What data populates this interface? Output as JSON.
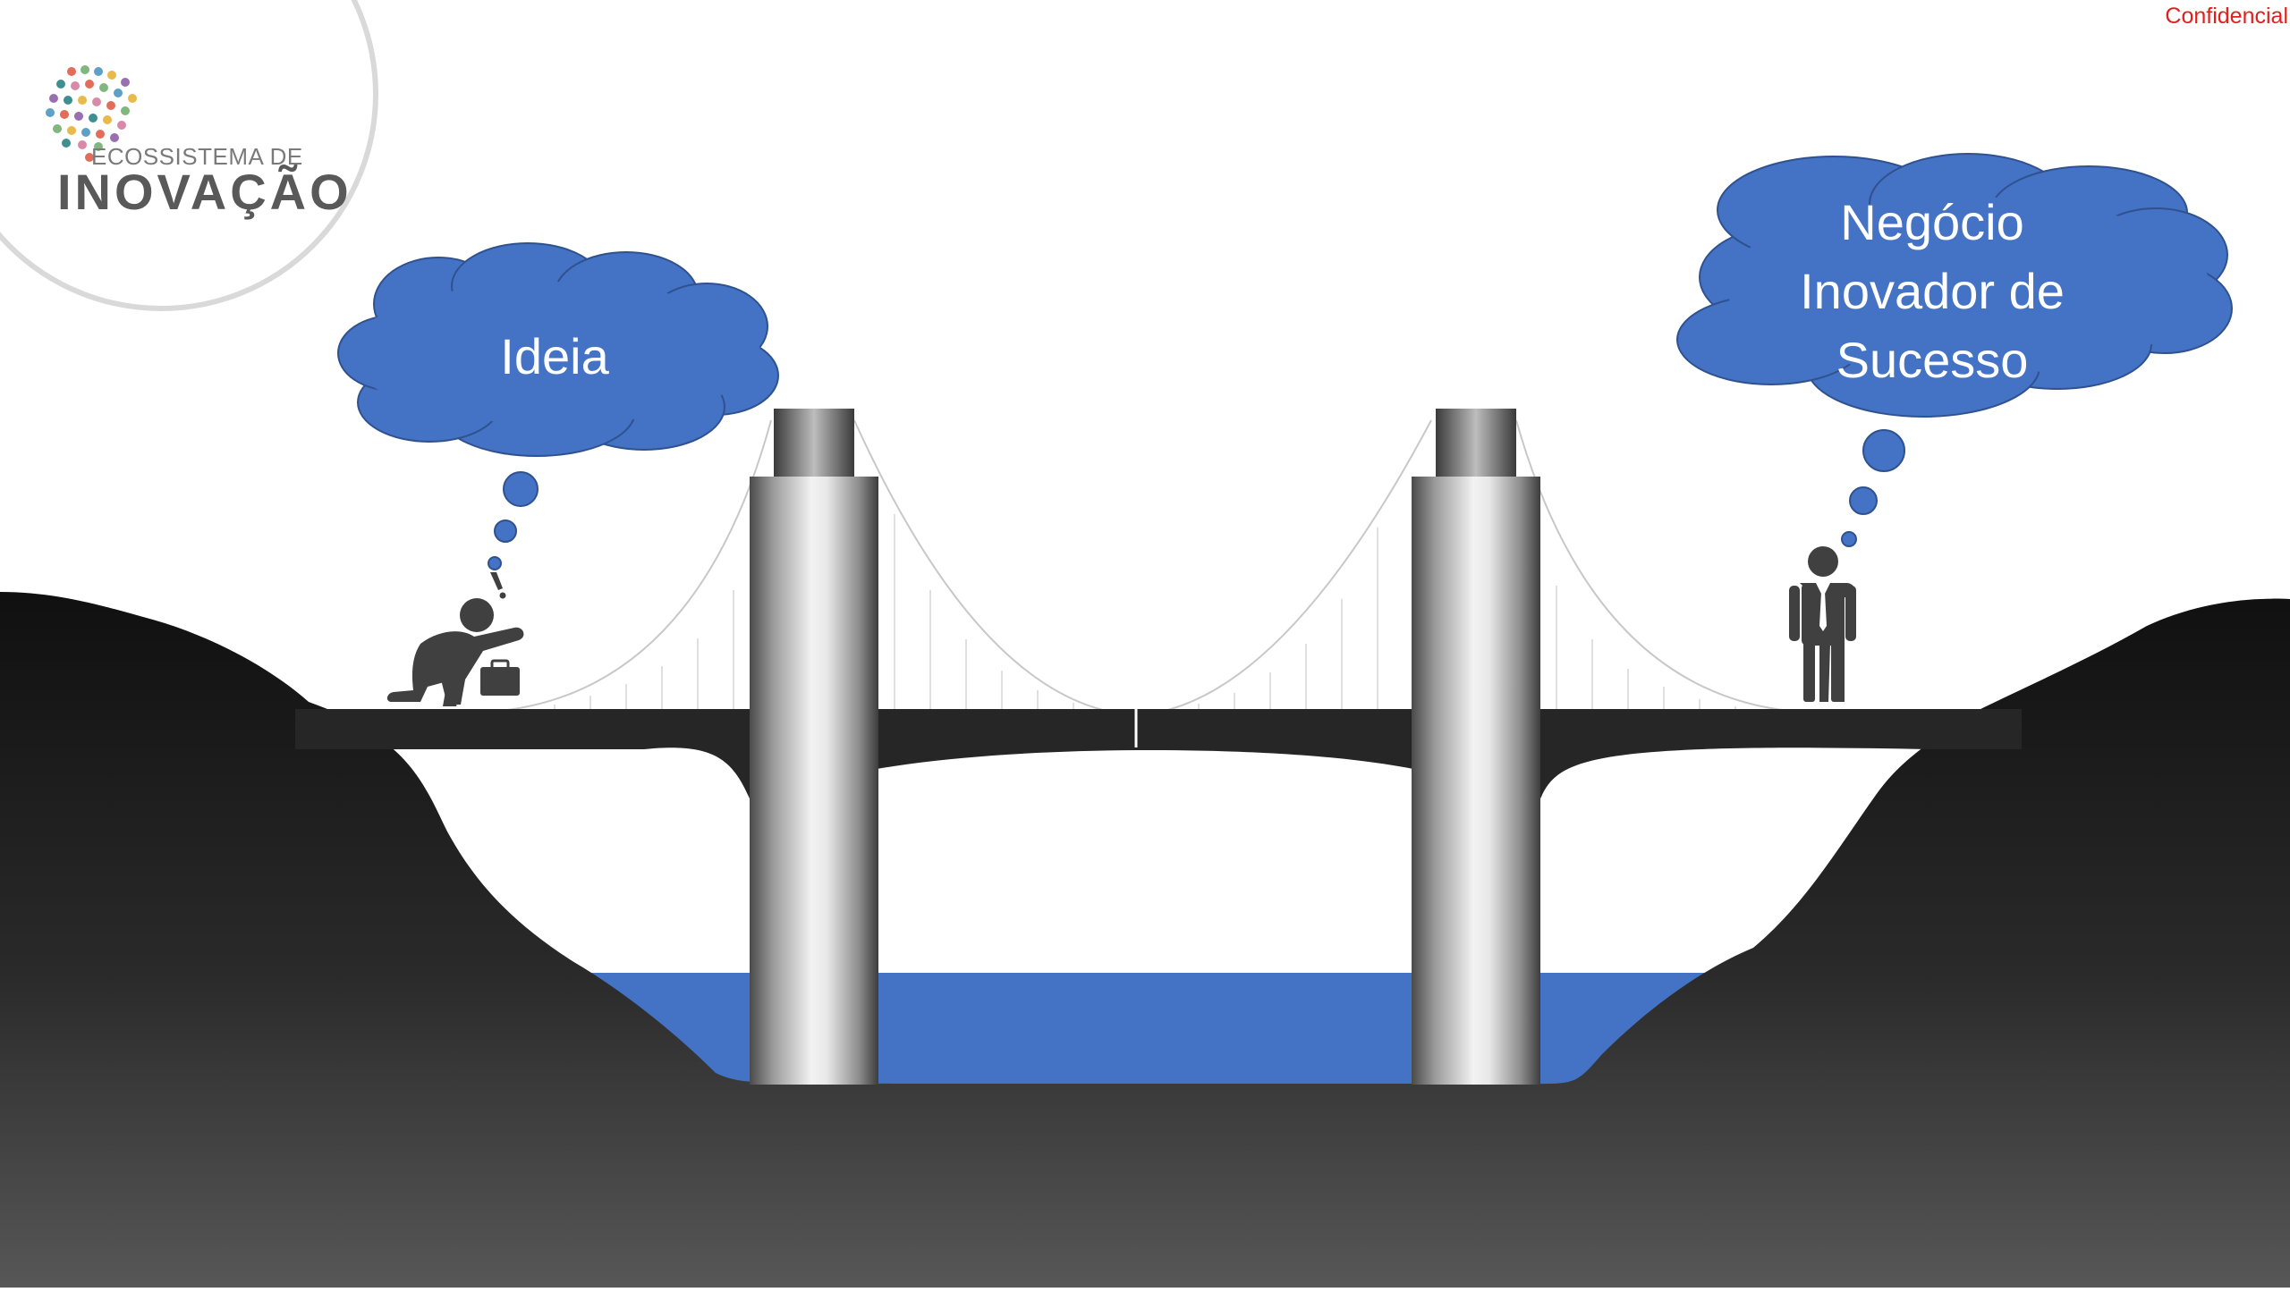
{
  "slide": {
    "confidential_label": "Confidencial",
    "logo": {
      "line1": "ECOSSISTEMA DE",
      "line2": "INOVAÇÃO"
    },
    "idea_cloud_text": "Ideia",
    "business_cloud_text": [
      "Negócio",
      "Inovador de",
      "Sucesso"
    ]
  },
  "colors": {
    "cloud_fill": "#4472c4",
    "cloud_stroke": "#2f528f",
    "water": "#4472c4",
    "terrain_top": "#111111",
    "terrain_bottom": "#555555",
    "deck": "#262626",
    "person": "#404040",
    "confidential": "#e02020"
  },
  "icons": [
    "kneeling-worker-icon",
    "briefcase-icon",
    "businessman-icon",
    "idea-thought-cloud",
    "success-thought-cloud"
  ]
}
